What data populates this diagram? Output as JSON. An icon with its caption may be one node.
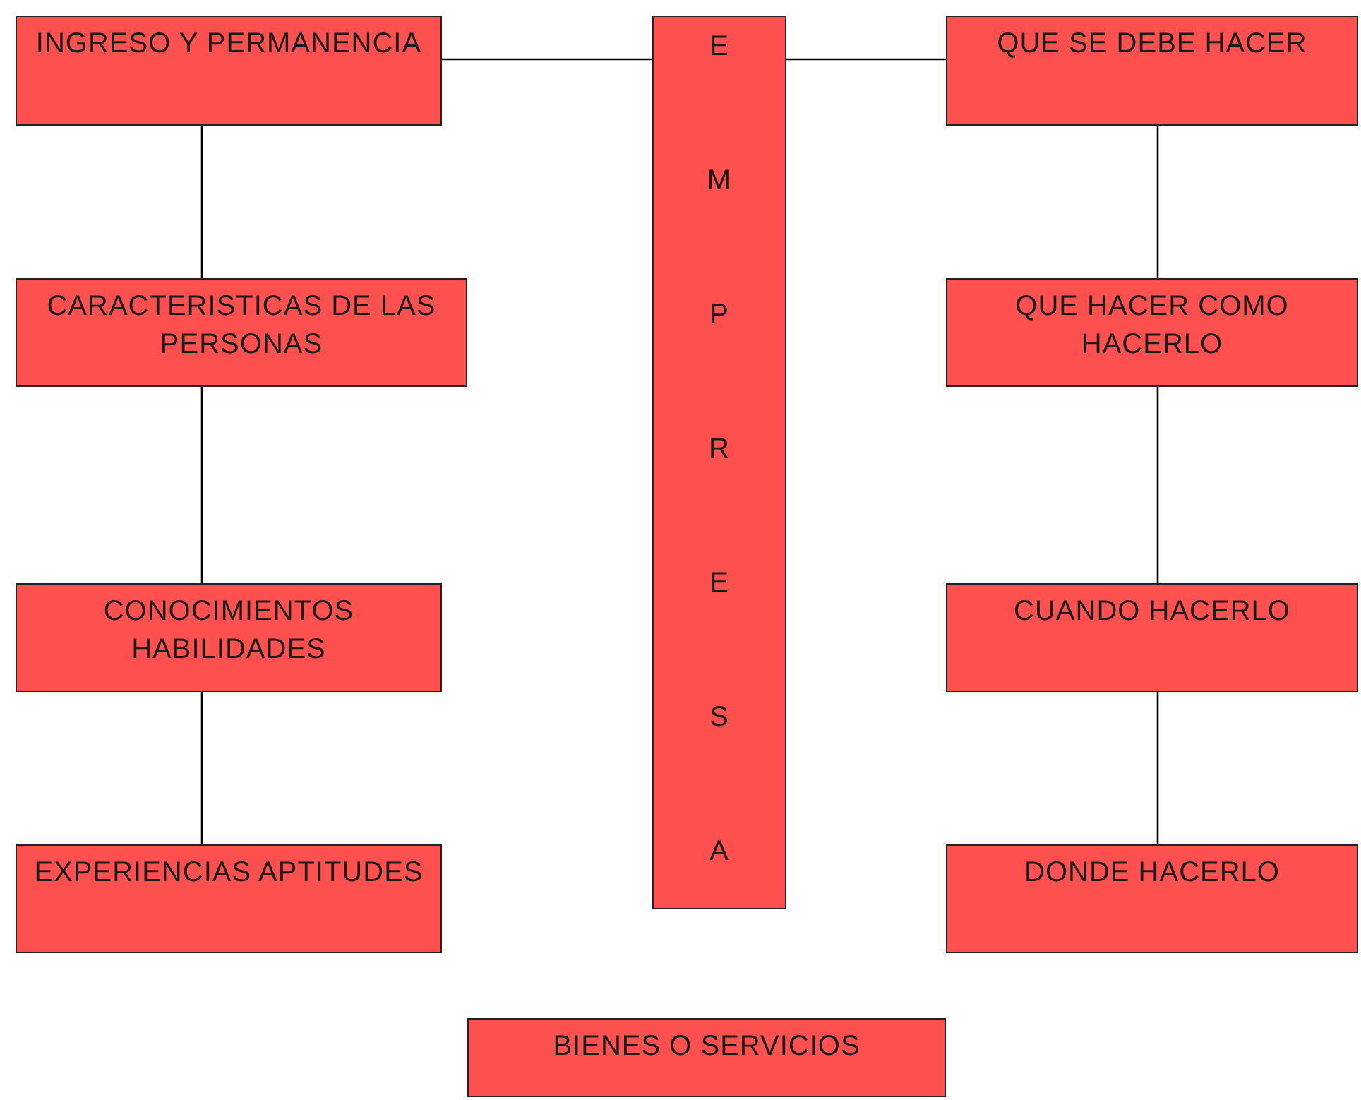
{
  "diagram": {
    "nodes": [
      {
        "text": [
          "INGRESO Y PERMANENCIA"
        ]
      },
      {
        "text": [
          "EMPRESA"
        ]
      },
      {
        "text": [
          "QUE SE DEBE HACER"
        ]
      },
      {
        "text": [
          "CARACTERISTICAS DE LAS PERSONAS"
        ]
      },
      {
        "text": [
          "QUE HACER COMO HACERLO"
        ]
      },
      {
        "text": [
          "CONOCIMIENTOS HABILIDADES"
        ]
      },
      {
        "text": [
          "CUANDO HACERLO"
        ]
      },
      {
        "text": [
          "EXPERIENCIAS APTITUDES"
        ]
      },
      {
        "text": [
          "DONDE HACERLO"
        ]
      },
      {
        "text": [
          "BIENES O SERVICIOS"
        ]
      }
    ],
    "edges": [
      {
        "from": 0,
        "to": 1,
        "arrow": "none"
      },
      {
        "from": 1,
        "to": 2,
        "arrow": "none"
      },
      {
        "from": 0,
        "to": 3,
        "arrow": "none"
      },
      {
        "from": 3,
        "to": 5,
        "arrow": "none"
      },
      {
        "from": 5,
        "to": 7,
        "arrow": "none"
      },
      {
        "from": 2,
        "to": 4,
        "arrow": "none"
      },
      {
        "from": 4,
        "to": 6,
        "arrow": "none"
      },
      {
        "from": 6,
        "to": 8,
        "arrow": "none"
      }
    ]
  }
}
